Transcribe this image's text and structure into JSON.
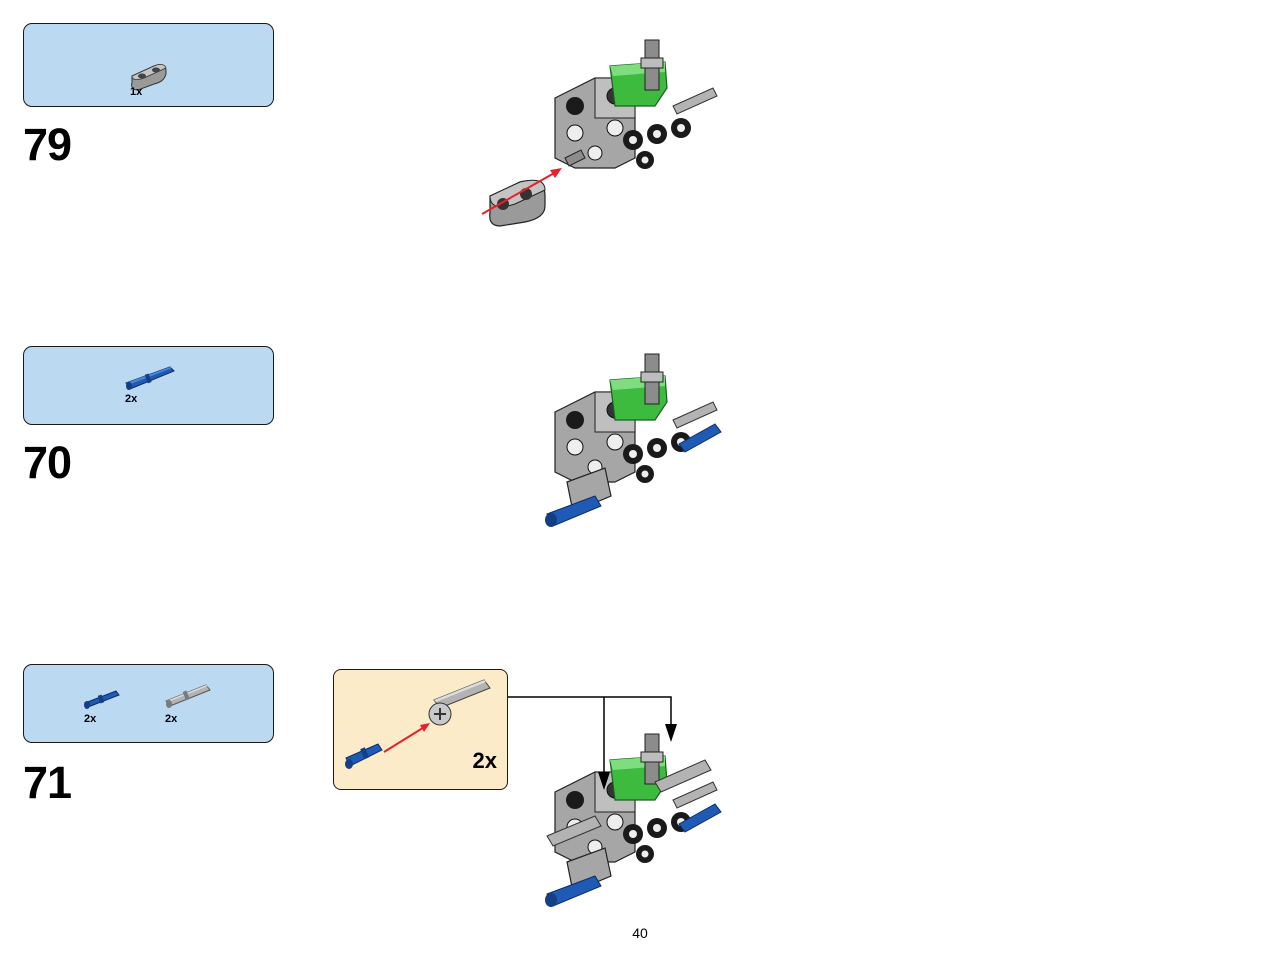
{
  "page_number": "40",
  "steps": [
    {
      "number": "79",
      "parts": [
        {
          "qty": "1x",
          "name": "liftarm-1x2-thick-icon",
          "color": "#8c8c8c"
        }
      ]
    },
    {
      "number": "70",
      "parts": [
        {
          "qty": "2x",
          "name": "axle-pin-with-friction-icon",
          "color": "#1f5bb5"
        }
      ]
    },
    {
      "number": "71",
      "parts": [
        {
          "qty": "2x",
          "name": "axle-pin-blue-icon",
          "color": "#1f5bb5"
        },
        {
          "qty": "2x",
          "name": "long-pin-grey-icon",
          "color": "#b3b3b3"
        }
      ],
      "subassembly": {
        "qty": "2x"
      }
    }
  ],
  "colors": {
    "parts_box": "#bcd9f2",
    "subassembly_box": "#fbebc8",
    "arrow": "#e8202a",
    "green_part": "#3dbb3f",
    "blue_part": "#1f5bb5",
    "grey_part": "#a6a6a6"
  }
}
